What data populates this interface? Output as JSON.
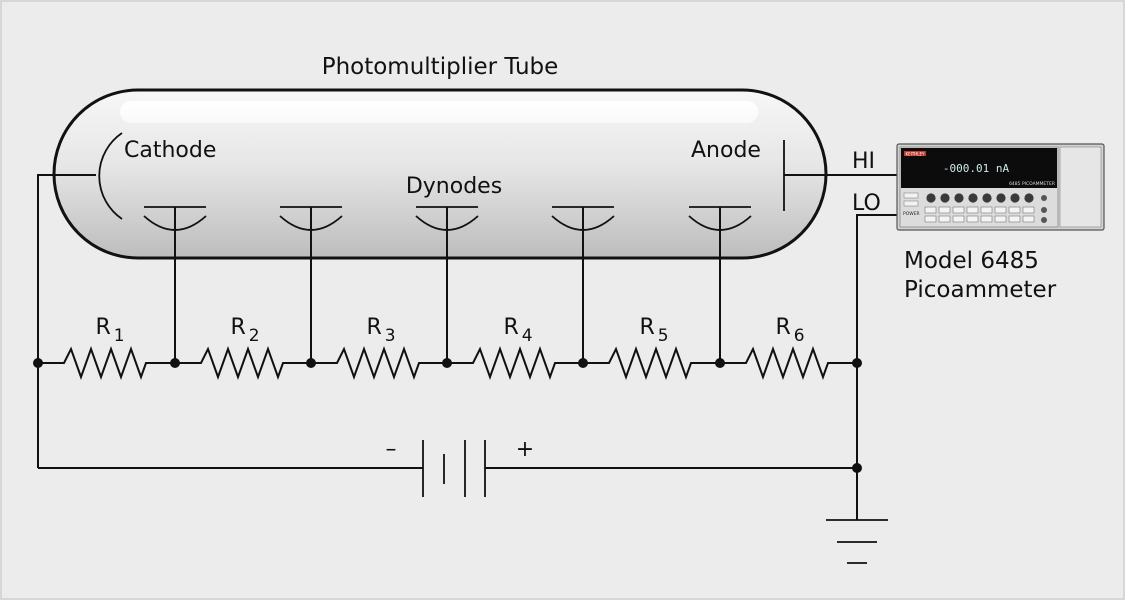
{
  "tube": {
    "title": "Photomultiplier Tube",
    "cathode": "Cathode",
    "anode": "Anode",
    "dynodes": "Dynodes"
  },
  "terminals": {
    "hi": "HI",
    "lo": "LO"
  },
  "meter": {
    "model_line1": "Model 6485",
    "model_line2": "Picoammeter",
    "brand": "KEITHLEY",
    "reading": "-000.01 nA",
    "model_badge": "6485 PICOAMMETER",
    "power": "POWER"
  },
  "resistors": [
    {
      "base": "R",
      "sub": "1"
    },
    {
      "base": "R",
      "sub": "2"
    },
    {
      "base": "R",
      "sub": "3"
    },
    {
      "base": "R",
      "sub": "4"
    },
    {
      "base": "R",
      "sub": "5"
    },
    {
      "base": "R",
      "sub": "6"
    }
  ],
  "battery": {
    "minus": "–",
    "plus": "+"
  },
  "colors": {
    "background": "#ececec",
    "ink": "#111111",
    "meter_panel": "#dcdcdc",
    "meter_display": "#0c0c0c",
    "meter_digits": "#cfe9ea"
  }
}
